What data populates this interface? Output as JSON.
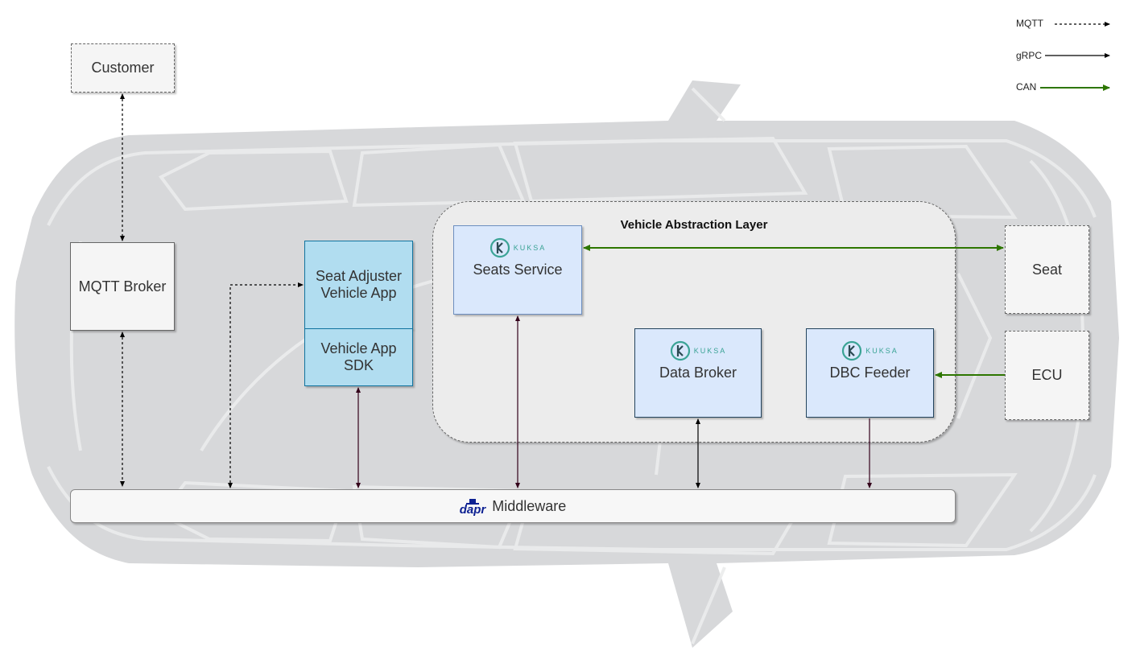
{
  "diagram": {
    "legend": [
      {
        "label": "MQTT",
        "style": "dashed",
        "color": "#000000"
      },
      {
        "label": "gRPC",
        "style": "solid",
        "color": "#000000"
      },
      {
        "label": "CAN",
        "style": "solid",
        "color": "#2d7600"
      }
    ],
    "nodes": {
      "customer": "Customer",
      "mqtt_broker": "MQTT Broker",
      "seat_adjuster": "Seat Adjuster Vehicle App",
      "vehicle_app_sdk": "Vehicle App SDK",
      "val_title": "Vehicle Abstraction Layer",
      "seats_service": "Seats Service",
      "data_broker": "Data Broker",
      "dbc_feeder": "DBC Feeder",
      "seat": "Seat",
      "ecu": "ECU",
      "middleware": "Middleware"
    },
    "logos": {
      "kuksa_word": "KUKSA",
      "dapr_word": "dapr"
    },
    "colors": {
      "can": "#2d7600",
      "grpc_internal": "#33001a",
      "sky_fill": "#b1ddf0",
      "light_fill": "#dae8fc"
    }
  }
}
